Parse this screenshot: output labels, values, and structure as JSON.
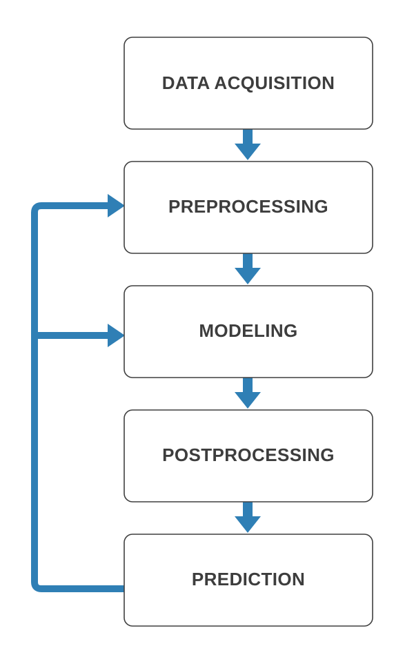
{
  "diagram": {
    "stages": [
      {
        "id": "data-acquisition",
        "label": "DATA ACQUISITION"
      },
      {
        "id": "preprocessing",
        "label": "PREPROCESSING"
      },
      {
        "id": "modeling",
        "label": "MODELING"
      },
      {
        "id": "postprocessing",
        "label": "POSTPROCESSING"
      },
      {
        "id": "prediction",
        "label": "PREDICTION"
      }
    ],
    "arrow_color": "#2f7fb5",
    "box_border_color": "#3f3f3f",
    "text_color": "#3d3d3d",
    "flow": [
      {
        "from": "data-acquisition",
        "to": "preprocessing"
      },
      {
        "from": "preprocessing",
        "to": "modeling"
      },
      {
        "from": "modeling",
        "to": "postprocessing"
      },
      {
        "from": "postprocessing",
        "to": "prediction"
      }
    ],
    "feedback": {
      "from": "prediction",
      "to": [
        "preprocessing",
        "modeling"
      ]
    }
  }
}
